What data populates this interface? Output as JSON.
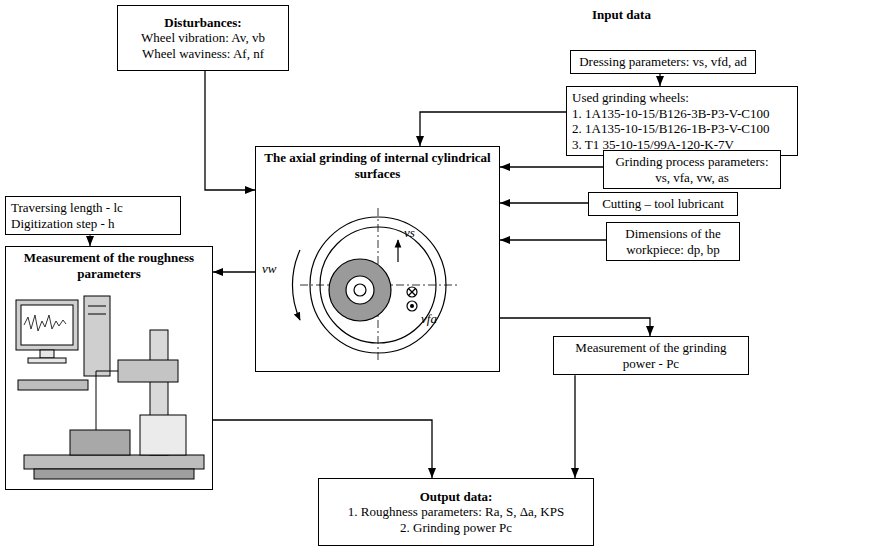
{
  "diagram": {
    "nodes": [
      {
        "text": [
          "Disturbances:",
          "Wheel vibration: Av, vb",
          "Wheel waviness: Af, nf"
        ]
      },
      {
        "text": [
          "Dressing parameters: vs, vfd, ad"
        ]
      },
      {
        "text": [
          "Used grinding wheels:",
          "1. 1A135-10-15/B126-3B-P3-V-C100",
          "2. 1A135-10-15/B126-1B-P3-V-C100",
          "3. T1 35-10-15/99A-120-K-7V"
        ]
      },
      {
        "text": [
          "The axial grinding of internal cylindrical surfaces"
        ]
      },
      {
        "text": [
          "Grinding process parameters: vs, vfa, vw, as"
        ]
      },
      {
        "text": [
          "Cutting – tool lubricant"
        ]
      },
      {
        "text": [
          "Dimensions of the workpiece: dp, bp"
        ]
      },
      {
        "text": [
          "Traversing length - lc",
          "Digitization step - h"
        ]
      },
      {
        "text": [
          "Measurement of the roughness parameters"
        ]
      },
      {
        "text": [
          "Measurement of the grinding power - Pc"
        ]
      },
      {
        "text": [
          "Output data:",
          "1. Roughness parameters: Ra, S, Δa, KPS",
          "2. Grinding power Pc"
        ]
      }
    ],
    "edges": [
      {
        "from": 0,
        "to": 3,
        "arrow": "to"
      },
      {
        "from": 1,
        "to": 2,
        "arrow": "to"
      },
      {
        "from": 2,
        "to": 3,
        "arrow": "to"
      },
      {
        "from": 4,
        "to": 3,
        "arrow": "to"
      },
      {
        "from": 5,
        "to": 3,
        "arrow": "to"
      },
      {
        "from": 6,
        "to": 3,
        "arrow": "to"
      },
      {
        "from": 7,
        "to": 8,
        "arrow": "to"
      },
      {
        "from": 3,
        "to": 8,
        "arrow": "to"
      },
      {
        "from": 3,
        "to": 9,
        "arrow": "to"
      },
      {
        "from": 9,
        "to": 10,
        "arrow": "to"
      },
      {
        "from": 8,
        "to": 10,
        "arrow": "to"
      }
    ],
    "labels": [
      "Input data",
      "vw",
      "vs",
      "vfa"
    ]
  }
}
